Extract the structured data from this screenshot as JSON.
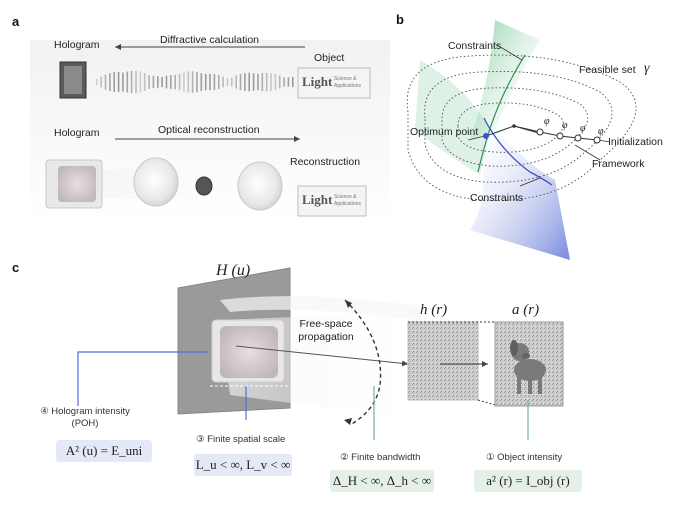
{
  "panels": {
    "a": "a",
    "b": "b",
    "c": "c"
  },
  "panel_a": {
    "top": {
      "left_label": "Hologram",
      "arrow_label": "Diffractive calculation",
      "right_label": "Object",
      "logo_text": "Light",
      "logo_sub": "Science & Applications"
    },
    "bottom": {
      "left_label": "Hologram",
      "arrow_label": "Optical reconstruction",
      "right_label": "Reconstruction",
      "logo_text": "Light",
      "logo_sub": "Science & Applications"
    }
  },
  "panel_b": {
    "constraints_top": "Constraints",
    "feasible_set": "Feasible set",
    "feasible_symbol": "γ",
    "optimum_point": "Optimum point",
    "initialization": "Initialization",
    "framework": "Framework",
    "constraints_bottom": "Constraints",
    "path_symbol": "φ",
    "colors": {
      "green": "#7cc79a",
      "blue": "#6f86d6"
    }
  },
  "panel_c": {
    "H_label": "H (u)",
    "h_label": "h (r)",
    "a_label": "a (r)",
    "propagation": "Free-space propagation",
    "annotations": [
      {
        "num": "④",
        "text": "Hologram intensity (POH)",
        "math": "A² (u) = E_uni"
      },
      {
        "num": "③",
        "text": "Finite spatial scale",
        "math": "L_u < ∞, L_v < ∞"
      },
      {
        "num": "②",
        "text": "Finite bandwidth",
        "math": "Δ_H < ∞, Δ_h < ∞"
      },
      {
        "num": "①",
        "text": "Object intensity",
        "math": "a² (r) = I_obj (r)"
      }
    ],
    "colors": {
      "blue": "#4a72d8",
      "green": "#6fb58b",
      "mathbg": "#e4e8f7"
    }
  }
}
